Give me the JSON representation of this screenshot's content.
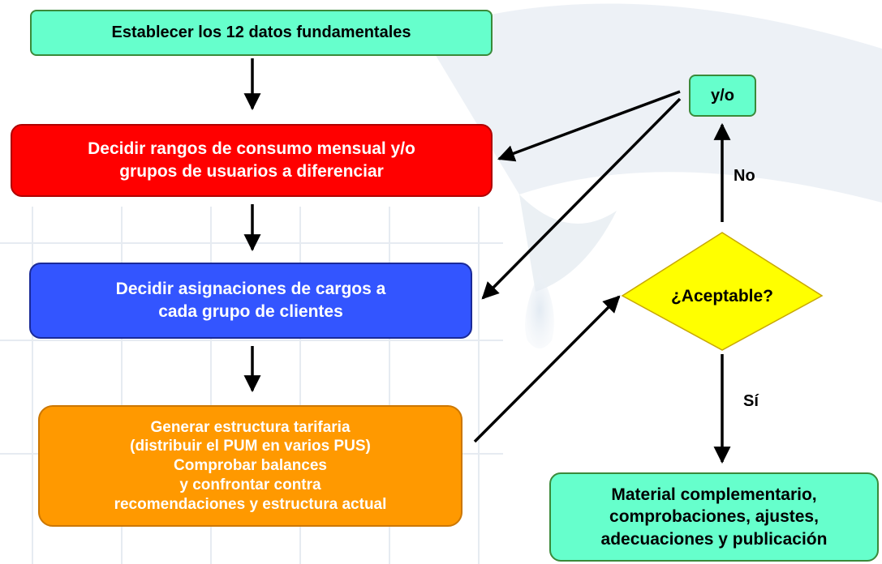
{
  "steps": {
    "step1": {
      "lines": [
        "Establecer los 12 datos fundamentales"
      ],
      "color": "#66ffcc"
    },
    "step2": {
      "lines": [
        "Decidir rangos de consumo mensual y/o",
        "grupos de usuarios a diferenciar"
      ],
      "color": "#ff0000"
    },
    "step3": {
      "lines": [
        "Decidir asignaciones de cargos a",
        "cada grupo de clientes"
      ],
      "color": "#3355ff"
    },
    "step4": {
      "lines": [
        "Generar estructura tarifaria",
        "(distribuir el PUM en varios PUS)",
        "Comprobar balances",
        "y confrontar contra",
        "recomendaciones y estructura actual"
      ],
      "color": "#ff9900"
    }
  },
  "decision": {
    "text": "¿Aceptable?",
    "color": "#ffff00"
  },
  "yo_box": {
    "text": "y/o",
    "color": "#66ffcc"
  },
  "labels": {
    "no": "No",
    "si": "Sí"
  },
  "final": {
    "lines": [
      "Material complementario,",
      "comprobaciones, ajustes,",
      "adecuaciones y publicación"
    ],
    "color": "#66ffcc"
  }
}
